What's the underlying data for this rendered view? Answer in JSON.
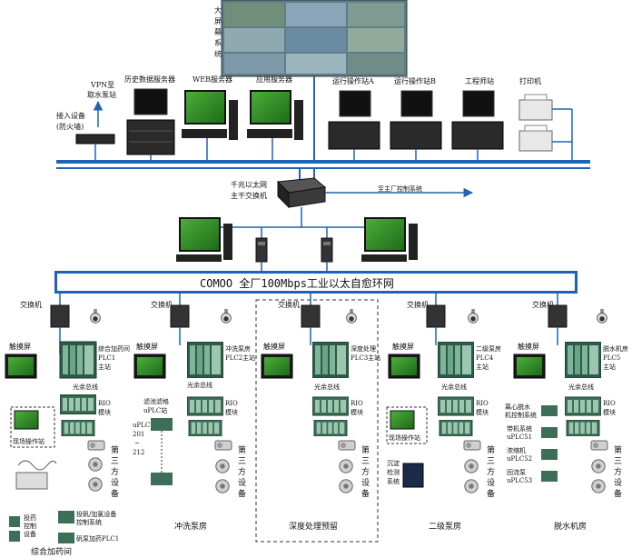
{
  "screen": {
    "lines": [
      "大",
      "屏",
      "幕",
      "系",
      "统"
    ]
  },
  "top": {
    "vpn": [
      "VPN至",
      "取水泵站"
    ],
    "firewall": [
      "接入设备",
      "(防火墙)"
    ],
    "history_server": "历史数据服务器",
    "web_server": "WEB服务器",
    "app_server": "应用服务器",
    "op_a": "运行操作站A",
    "op_b": "运行操作站B",
    "eng": "工程师站",
    "printer": "打印机"
  },
  "core": {
    "switch": [
      "千兆以太网",
      "主干交换机"
    ],
    "to_system": "至主厂控制系统"
  },
  "ring": {
    "title": "COMOO 全厂100Mbps工业以太自愈环网"
  },
  "common": {
    "switch": "交换机",
    "hmi": "触摸屏",
    "bus": "光余总线",
    "rio": [
      "RIO",
      "模块"
    ],
    "third": [
      "第",
      "三",
      "方",
      "设",
      "备"
    ],
    "field_station": "现场操作站"
  },
  "stations": [
    {
      "plc": [
        "综合加药间",
        "PLC1",
        "主站"
      ],
      "name": "综合加药间"
    },
    {
      "plc": [
        "冲洗泵房",
        "PLC2主站"
      ],
      "name": "冲洗泵房"
    },
    {
      "plc": [
        "深度处理",
        "PLC3主站"
      ],
      "name": "深度处理预留"
    },
    {
      "plc": [
        "二级泵房",
        "PLC4",
        "主站"
      ],
      "name": "二级泵房"
    },
    {
      "plc": [
        "脱水机房",
        "PLC5",
        "主站"
      ],
      "name": "脱水机房"
    }
  ],
  "extras": {
    "s1_dev1": [
      "投矾/加氯设备",
      "控制系统"
    ],
    "s1_dev2": "矾泵加药PLC1",
    "s1_misc": [
      "投药",
      "控制",
      "设备"
    ],
    "s2_sub": [
      "滤池滤格",
      "uPLC站"
    ],
    "s2_range": [
      "uPLC",
      "201",
      "~",
      "212"
    ],
    "s4_dev": [
      "沉淀",
      "检测",
      "系统"
    ],
    "s5_devs": [
      "离心脱水",
      "机控制系统",
      "带机系统",
      "uPLC51",
      "浓缩机",
      "uPLC52",
      "回流泵",
      "uPLC53"
    ]
  },
  "colors": {
    "bus": "#1f63b4",
    "ring": "#1f63b4",
    "screen": "#2d8a57",
    "arrow": "#1f63b4"
  }
}
